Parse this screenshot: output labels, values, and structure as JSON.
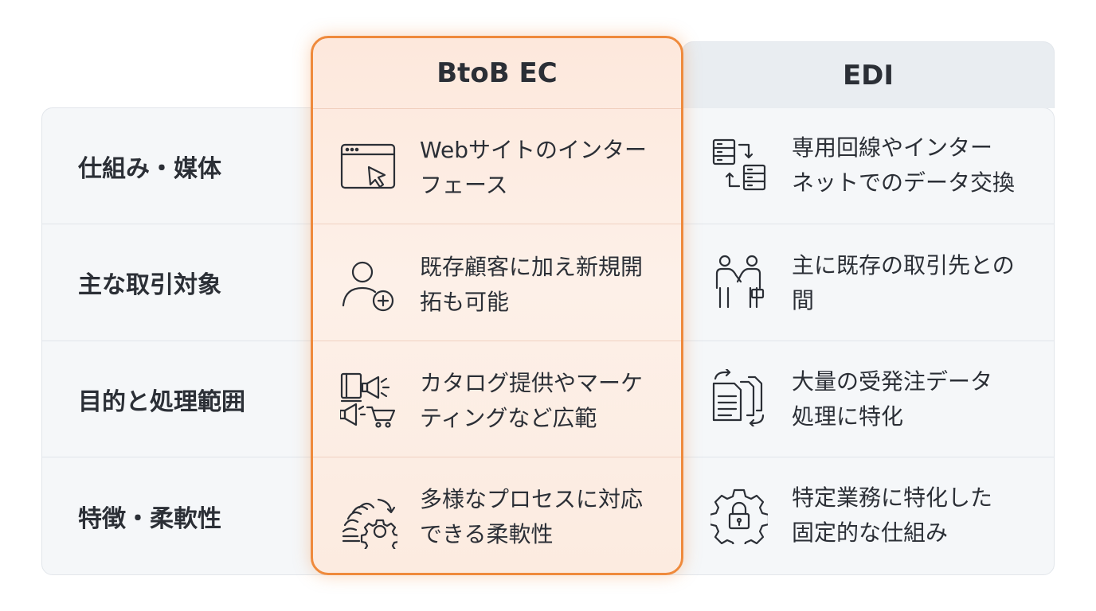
{
  "columns": {
    "btob": "BtoB EC",
    "edi": "EDI"
  },
  "rows": [
    {
      "label": "仕組み・媒体",
      "btob": {
        "text": "Webサイトのインター\nフェース",
        "icon": "browser-cursor-icon"
      },
      "edi": {
        "text": "専用回線やインター\nネットでのデータ交換",
        "icon": "server-exchange-icon"
      }
    },
    {
      "label": "主な取引対象",
      "btob": {
        "text": "既存顧客に加え新規開\n拓も可能",
        "icon": "user-add-icon"
      },
      "edi": {
        "text": "主に既存の取引先との\n間",
        "icon": "handshake-icon"
      }
    },
    {
      "label": "目的と処理範囲",
      "btob": {
        "text": "カタログ提供やマーケ\nティングなど広範",
        "icon": "catalog-marketing-icon"
      },
      "edi": {
        "text": "大量の受発注データ\n処理に特化",
        "icon": "documents-sync-icon"
      }
    },
    {
      "label": "特徴・柔軟性",
      "btob": {
        "text": "多様なプロセスに対応\nできる柔軟性",
        "icon": "flexible-gear-icon"
      },
      "edi": {
        "text": "特定業務に特化した\n固定的な仕組み",
        "icon": "locked-gear-icon"
      }
    }
  ],
  "colors": {
    "accent": "#ef8a3c",
    "highlight_bg": "#fdeee5",
    "table_bg": "#f5f7f9",
    "edi_header_bg": "#e9edf1",
    "text": "#2b2f36"
  }
}
